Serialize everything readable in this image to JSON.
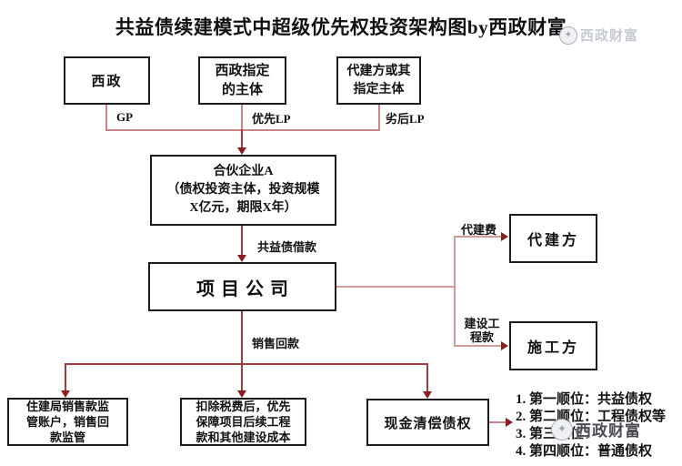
{
  "title": "共益债续建模式中超级优先权投资架构图by西政财富",
  "colors": {
    "connector_light": "#d49b9b",
    "connector_mid": "#c98585",
    "connector_strong": "#a63d3d",
    "arrowhead": "#8b1d1d",
    "box_border": "#1c1c1c",
    "text": "#111111"
  },
  "nodes": {
    "xizheng": {
      "label": "西政"
    },
    "designated": {
      "line1": "西政指定",
      "line2": "的主体"
    },
    "daijian_entity": {
      "line1": "代建方或其",
      "line2": "指定主体"
    },
    "partnership": {
      "line1": "合伙企业A",
      "line2": "（债权投资主体，投资规模",
      "line3": "X亿元，期限X年）"
    },
    "project": {
      "label": "项目公司"
    },
    "agent": {
      "label": "代建方"
    },
    "constructor": {
      "label": "施工方"
    },
    "regulator": {
      "line1": "住建局销售款监",
      "line2": "管账户，销售回",
      "line3": "款监管"
    },
    "deduction": {
      "line1": "扣除税费后，优先",
      "line2": "保障项目后续工程",
      "line3": "款和其他建设成本"
    },
    "cash": {
      "label": "现金清偿债权"
    }
  },
  "edge_labels": {
    "gp": "GP",
    "senior_lp": "优先LP",
    "junior_lp": "劣后LP",
    "loan": "共益债借款",
    "agent_fee": "代建费",
    "construction_fee_line1": "建设工",
    "construction_fee_line2": "程款",
    "sales": "销售回款"
  },
  "priority_list": {
    "items": [
      "1. 第一顺位：共益债权",
      "2. 第二顺位：工程债权等",
      "3. 第三顺位：",
      "4. 第四顺位：普通债权"
    ]
  },
  "watermark": {
    "text": "西政财富",
    "logo_glyph": "✦"
  }
}
